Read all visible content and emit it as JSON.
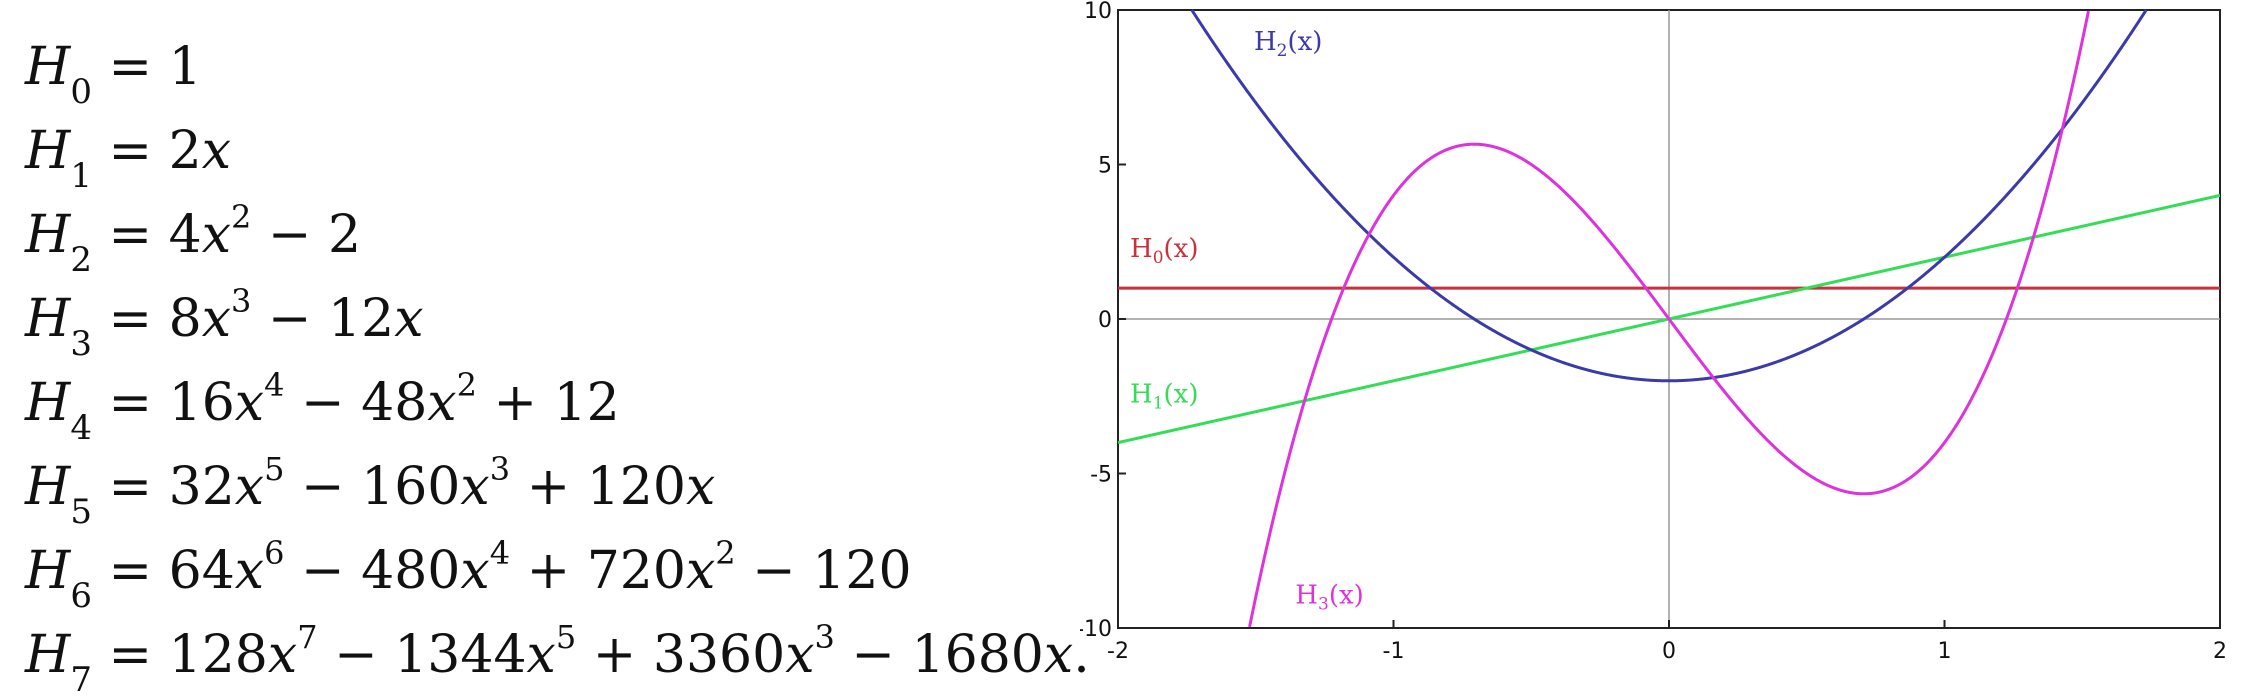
{
  "formulas": [
    {
      "sym": "H",
      "sub": "0",
      "terms": [
        {
          "t": "= 1"
        }
      ]
    },
    {
      "sym": "H",
      "sub": "1",
      "terms": [
        {
          "t": "= 2"
        },
        {
          "t": "x",
          "it": true
        }
      ]
    },
    {
      "sym": "H",
      "sub": "2",
      "terms": [
        {
          "t": "= 4"
        },
        {
          "t": "x",
          "it": true
        },
        {
          "t": "2",
          "sup": true
        },
        {
          "t": " − 2"
        }
      ]
    },
    {
      "sym": "H",
      "sub": "3",
      "terms": [
        {
          "t": "= 8"
        },
        {
          "t": "x",
          "it": true
        },
        {
          "t": "3",
          "sup": true
        },
        {
          "t": " − 12"
        },
        {
          "t": "x",
          "it": true
        }
      ]
    },
    {
      "sym": "H",
      "sub": "4",
      "terms": [
        {
          "t": "= 16"
        },
        {
          "t": "x",
          "it": true
        },
        {
          "t": "4",
          "sup": true
        },
        {
          "t": " − 48"
        },
        {
          "t": "x",
          "it": true
        },
        {
          "t": "2",
          "sup": true
        },
        {
          "t": " + 12"
        }
      ]
    },
    {
      "sym": "H",
      "sub": "5",
      "terms": [
        {
          "t": "= 32"
        },
        {
          "t": "x",
          "it": true
        },
        {
          "t": "5",
          "sup": true
        },
        {
          "t": " − 160"
        },
        {
          "t": "x",
          "it": true
        },
        {
          "t": "3",
          "sup": true
        },
        {
          "t": " + 120"
        },
        {
          "t": "x",
          "it": true
        }
      ]
    },
    {
      "sym": "H",
      "sub": "6",
      "terms": [
        {
          "t": "= 64"
        },
        {
          "t": "x",
          "it": true
        },
        {
          "t": "6",
          "sup": true
        },
        {
          "t": " − 480"
        },
        {
          "t": "x",
          "it": true
        },
        {
          "t": "4",
          "sup": true
        },
        {
          "t": " + 720"
        },
        {
          "t": "x",
          "it": true
        },
        {
          "t": "2",
          "sup": true
        },
        {
          "t": " − 120"
        }
      ]
    },
    {
      "sym": "H",
      "sub": "7",
      "terms": [
        {
          "t": "= 128"
        },
        {
          "t": "x",
          "it": true
        },
        {
          "t": "7",
          "sup": true
        },
        {
          "t": " − 1344"
        },
        {
          "t": "x",
          "it": true
        },
        {
          "t": "5",
          "sup": true
        },
        {
          "t": " + 3360"
        },
        {
          "t": "x",
          "it": true
        },
        {
          "t": "3",
          "sup": true
        },
        {
          "t": " − 1680"
        },
        {
          "t": "x",
          "it": true
        },
        {
          "t": "."
        }
      ]
    }
  ],
  "chart_data": {
    "type": "line",
    "xlim": [
      -2,
      2
    ],
    "ylim": [
      -10,
      10
    ],
    "xticks": [
      -2,
      -1,
      0,
      1,
      2
    ],
    "yticks": [
      10,
      5,
      0,
      -5,
      -10
    ],
    "xtick_labels": [
      "-2",
      "-1",
      "0",
      "1",
      "2"
    ],
    "ytick_labels": [
      "10",
      "5",
      "0",
      "-5",
      "-10"
    ],
    "grid": "zero lines only",
    "series": [
      {
        "name": "H0(x)",
        "label_main": "H",
        "label_sub": "0",
        "label_tail": "(x)",
        "color": "#c8323c",
        "coefficients": [
          1
        ],
        "label_at": [
          -2,
          2
        ]
      },
      {
        "name": "H1(x)",
        "label_main": "H",
        "label_sub": "1",
        "label_tail": "(x)",
        "color": "#33dd55",
        "coefficients": [
          0,
          2
        ],
        "label_at": [
          -2,
          -2.7
        ]
      },
      {
        "name": "H2(x)",
        "label_main": "H",
        "label_sub": "2",
        "label_tail": "(x)",
        "color": "#3a3aaa",
        "coefficients": [
          -2,
          0,
          4
        ],
        "label_at": [
          -1.55,
          8.7
        ]
      },
      {
        "name": "H3(x)",
        "label_main": "H",
        "label_sub": "3",
        "label_tail": "(x)",
        "color": "#dd33dd",
        "coefficients": [
          0,
          -12,
          0,
          8
        ],
        "label_at": [
          -1.4,
          -9.2
        ]
      }
    ]
  }
}
